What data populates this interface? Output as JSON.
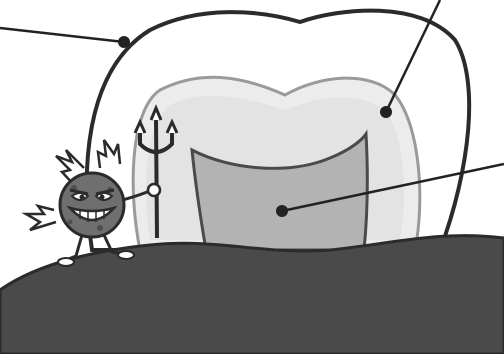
{
  "colors": {
    "background": "#ffffff",
    "outline": "#2b2b2b",
    "enamel_fill": "#ececec",
    "enamel_inner": "#d9d9d9",
    "dentin_fill": "#b3b3b3",
    "gum_fill": "#4a4a4a",
    "germ_fill": "#6f6f6f",
    "leader_line": "#222222"
  },
  "icons": {
    "germ": "germ-devil-with-trident-icon"
  },
  "leaders": [
    {
      "id": "tooth-outline-leader",
      "points_to": "tooth-outline"
    },
    {
      "id": "enamel-leader",
      "points_to": "enamel"
    },
    {
      "id": "dentin-leader",
      "points_to": "dentin"
    }
  ]
}
